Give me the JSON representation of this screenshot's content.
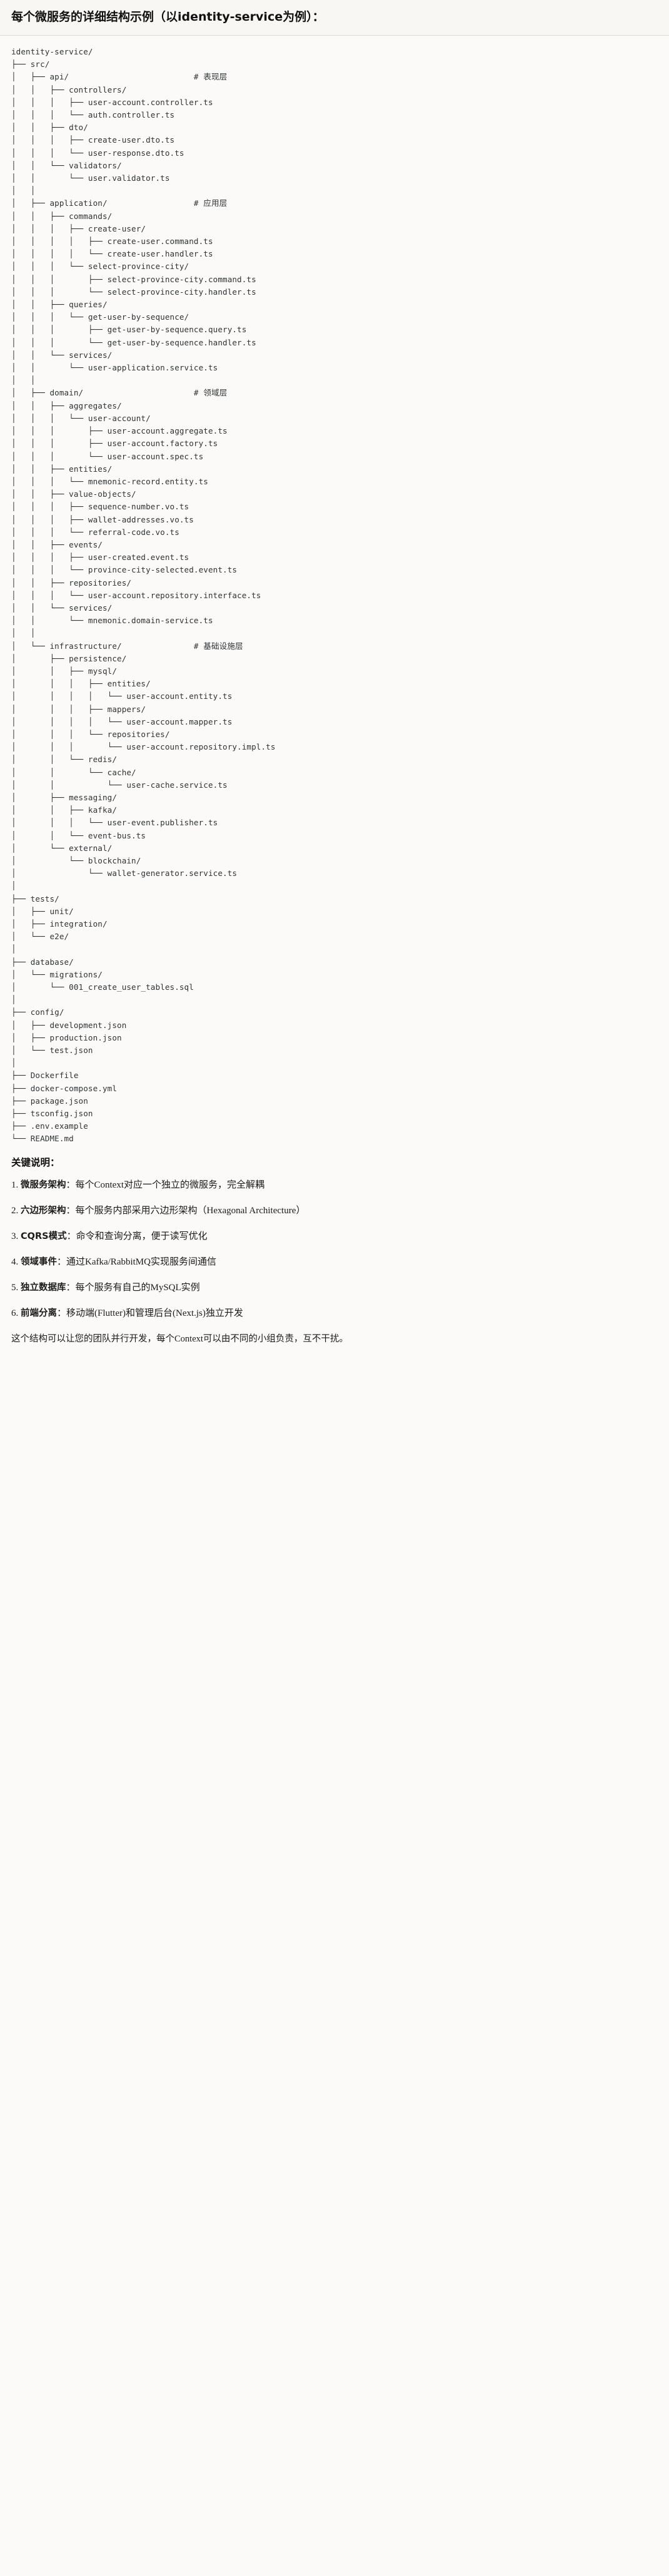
{
  "header": {
    "title": "每个微服务的详细结构示例（以identity-service为例）："
  },
  "tree": {
    "root": "identity-service/",
    "text": "identity-service/\n├── src/\n│   ├── api/                          # 表现层\n│   │   ├── controllers/\n│   │   │   ├── user-account.controller.ts\n│   │   │   └── auth.controller.ts\n│   │   ├── dto/\n│   │   │   ├── create-user.dto.ts\n│   │   │   └── user-response.dto.ts\n│   │   └── validators/\n│   │       └── user.validator.ts\n│   │\n│   ├── application/                  # 应用层\n│   │   ├── commands/\n│   │   │   ├── create-user/\n│   │   │   │   ├── create-user.command.ts\n│   │   │   │   └── create-user.handler.ts\n│   │   │   └── select-province-city/\n│   │   │       ├── select-province-city.command.ts\n│   │   │       └── select-province-city.handler.ts\n│   │   ├── queries/\n│   │   │   └── get-user-by-sequence/\n│   │   │       ├── get-user-by-sequence.query.ts\n│   │   │       └── get-user-by-sequence.handler.ts\n│   │   └── services/\n│   │       └── user-application.service.ts\n│   │\n│   ├── domain/                       # 领域层\n│   │   ├── aggregates/\n│   │   │   └── user-account/\n│   │   │       ├── user-account.aggregate.ts\n│   │   │       ├── user-account.factory.ts\n│   │   │       └── user-account.spec.ts\n│   │   ├── entities/\n│   │   │   └── mnemonic-record.entity.ts\n│   │   ├── value-objects/\n│   │   │   ├── sequence-number.vo.ts\n│   │   │   ├── wallet-addresses.vo.ts\n│   │   │   └── referral-code.vo.ts\n│   │   ├── events/\n│   │   │   ├── user-created.event.ts\n│   │   │   └── province-city-selected.event.ts\n│   │   ├── repositories/\n│   │   │   └── user-account.repository.interface.ts\n│   │   └── services/\n│   │       └── mnemonic.domain-service.ts\n│   │\n│   └── infrastructure/               # 基础设施层\n│       ├── persistence/\n│       │   ├── mysql/\n│       │   │   ├── entities/\n│       │   │   │   └── user-account.entity.ts\n│       │   │   ├── mappers/\n│       │   │   │   └── user-account.mapper.ts\n│       │   │   └── repositories/\n│       │   │       └── user-account.repository.impl.ts\n│       │   └── redis/\n│       │       └── cache/\n│       │           └── user-cache.service.ts\n│       ├── messaging/\n│       │   ├── kafka/\n│       │   │   └── user-event.publisher.ts\n│       │   └── event-bus.ts\n│       └── external/\n│           └── blockchain/\n│               └── wallet-generator.service.ts\n│\n├── tests/\n│   ├── unit/\n│   ├── integration/\n│   └── e2e/\n│\n├── database/\n│   └── migrations/\n│       └── 001_create_user_tables.sql\n│\n├── config/\n│   ├── development.json\n│   ├── production.json\n│   └── test.json\n│\n├── Dockerfile\n├── docker-compose.yml\n├── package.json\n├── tsconfig.json\n├── .env.example\n└── README.md",
    "layer_comments": [
      "# 表现层",
      "# 应用层",
      "# 领域层",
      "# 基础设施层"
    ]
  },
  "notes": {
    "heading": "关键说明：",
    "items": [
      {
        "num": "1. ",
        "label": "微服务架构",
        "body": "：每个Context对应一个独立的微服务，完全解耦"
      },
      {
        "num": "2. ",
        "label": "六边形架构",
        "body": "：每个服务内部采用六边形架构（Hexagonal Architecture）"
      },
      {
        "num": "3. ",
        "label": "CQRS模式",
        "body": "：命令和查询分离，便于读写优化"
      },
      {
        "num": "4. ",
        "label": "领域事件",
        "body": "：通过Kafka/RabbitMQ实现服务间通信"
      },
      {
        "num": "5. ",
        "label": "独立数据库",
        "body": "：每个服务有自己的MySQL实例"
      },
      {
        "num": "6. ",
        "label": "前端分离",
        "body": "：移动端(Flutter)和管理后台(Next.js)独立开发"
      }
    ],
    "closing": "这个结构可以让您的团队并行开发，每个Context可以由不同的小组负责，互不干扰。"
  }
}
